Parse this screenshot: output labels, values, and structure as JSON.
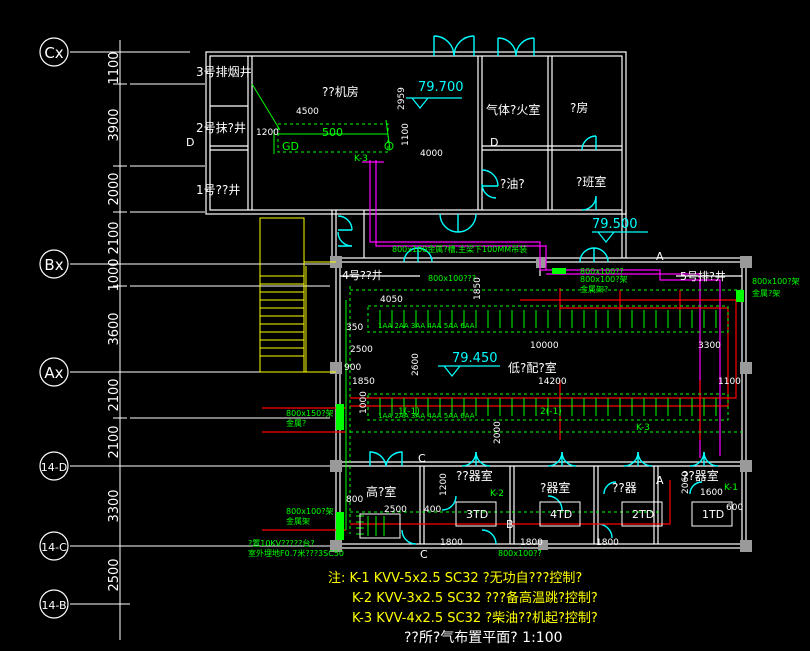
{
  "grid": {
    "axes": [
      "Cx",
      "Bx",
      "Ax",
      "14-D",
      "14-C",
      "14-B"
    ],
    "dims": [
      "1100",
      "3900",
      "2000",
      "2100",
      "1000",
      "3600",
      "2100",
      "2100",
      "3300",
      "2500"
    ]
  },
  "rooms": {
    "machine_room": "??机房",
    "gas_fire_room": "气体?火室",
    "room_right_top": "?房",
    "oil_room": "?油?",
    "duty_room": "?班室",
    "shaft3": "3号排烟井",
    "shaft2": "2号抹?井",
    "shaft1": "1号??井",
    "shaft4": "4号??井",
    "shaft5": "5号排?井",
    "low_voltage_room": "低?配?室",
    "hv_room": "高?室",
    "transformer_a": "??器室",
    "transformer_b": "?器室",
    "transformer_c": "??器",
    "transformer_d": "??器室"
  },
  "elevations": {
    "e1": "79.700",
    "e2": "79.500",
    "e3": "79.450"
  },
  "dimensions": {
    "d4500": "4500",
    "d500": "500",
    "d1200": "1200",
    "d2959": "2959",
    "d1100": "1100",
    "d4000": "4000",
    "d4050": "4050",
    "d1850a": "1850",
    "d1850b": "1850",
    "d350": "350",
    "d2500a": "2500",
    "d10000": "10000",
    "d3300": "3300",
    "d900": "900",
    "d2600": "2600",
    "d14200": "14200",
    "d1100b": "1100",
    "d2000": "2000",
    "d1000": "1000",
    "d1800a": "1800",
    "d1800b": "1800",
    "d1800c": "1800",
    "d1600": "1600",
    "d800": "800",
    "d600": "600",
    "d1200b": "1200",
    "d2060": "2060",
    "d2500b": "2500",
    "d400": "400"
  },
  "labels": {
    "gd": "GD",
    "k3": "K-3",
    "k2": "K-2",
    "k1": "K-1",
    "k3b": "K-3",
    "d_mark": "D",
    "d_mark2": "D",
    "a_mark": "A",
    "a_mark2": "A",
    "c_mark": "C",
    "c_mark2": "C",
    "b_mark": "B",
    "tray1": "800x100金属?槽,主梁下100MM吊装",
    "tray2": "800x100???",
    "tray3": "800x100??",
    "tray4": "800x100??",
    "tray_note1": "800x100?架",
    "tray_note1b": "金属?架",
    "tray_note2": "800x150?架",
    "tray_note2b": "金属?",
    "tray_note3": "800x100?架",
    "tray_note3b": "金属架",
    "tray_note4": "800x100?架",
    "tray_note4b": "金属架?",
    "feed_note1": "?置10KV?????台?",
    "feed_note2": "室外埋地F0.7米???3SC50",
    "cab_3td": "3TD",
    "cab_4td": "4TD",
    "cab_2td": "2TD",
    "cab_1td": "1TD",
    "cab_row1": "1AA 2AA 3AA 4AA 5AA 6AA",
    "cab_row2": "1AA 2AA 3AA 4AA 5AA 6AA",
    "zone_1": "1(-1)",
    "zone_2": "2(-1)"
  },
  "notes": {
    "l1": "注: K-1 KVV-5x2.5 SC32 ?无功自???控制?",
    "l2": "K-2 KVV-3x2.5 SC32 ???备高温跳?控制?",
    "l3": "K-3 KVV-4x2.5 SC32 ?柴油??机起?控制?",
    "title": "??所?气布置平面? 1:100"
  },
  "colors": {
    "background": "#000000",
    "wall": "#ffffff",
    "door": "#00ffff",
    "tray": "#00ff00",
    "cable_red": "#ff0000",
    "cable_magenta": "#ff00ff",
    "stair": "#ffff00",
    "dimension": "#ffffff",
    "note": "#ffff00"
  }
}
